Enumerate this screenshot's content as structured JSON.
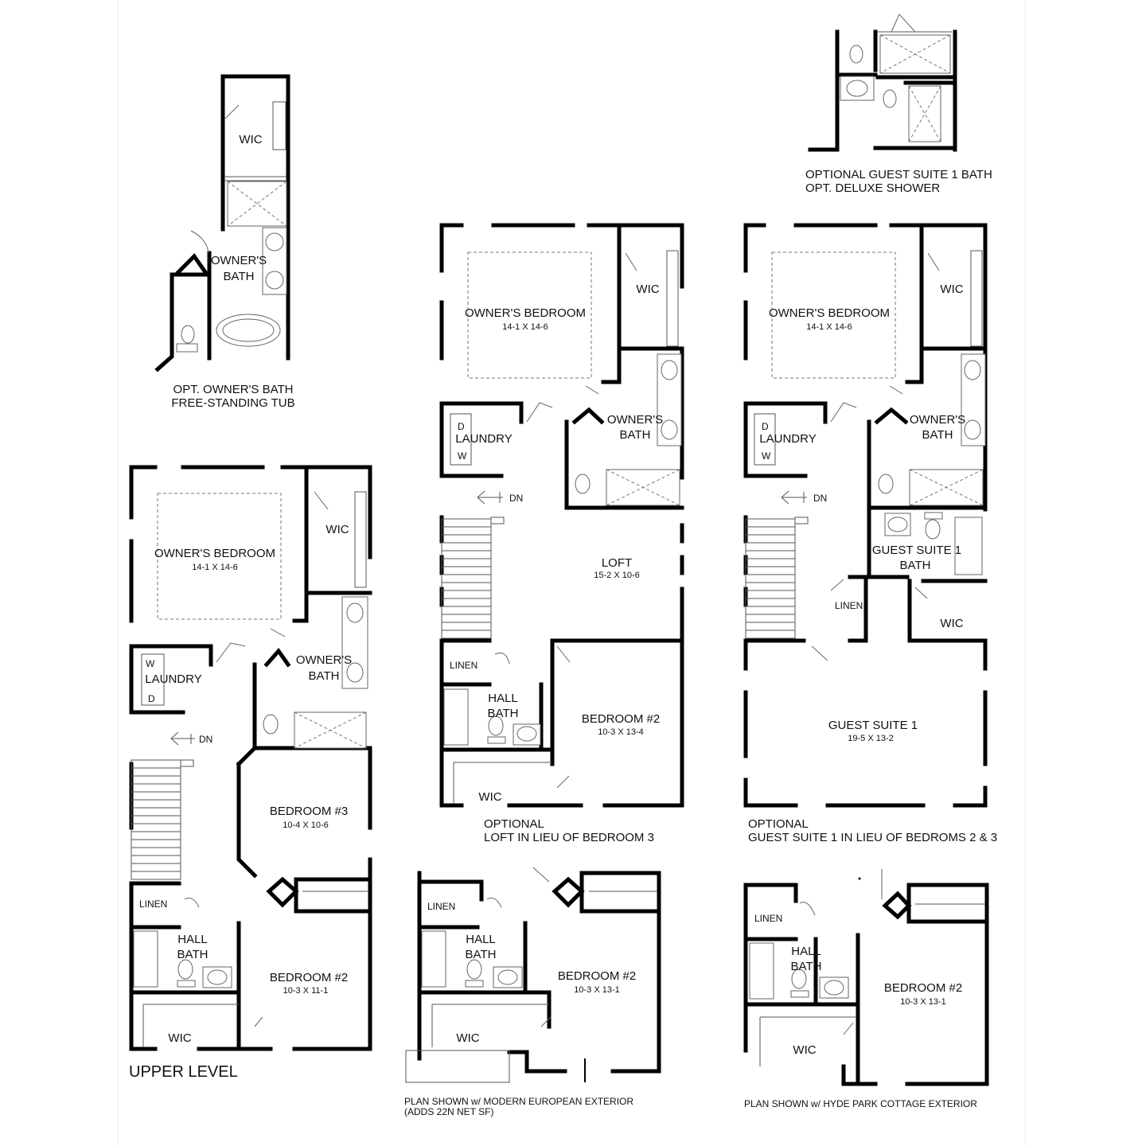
{
  "opt_owners_bath": {
    "wic": "WIC",
    "bath_line1": "OWNER'S",
    "bath_line2": "BATH",
    "caption_line1": "OPT. OWNER'S BATH",
    "caption_line2": "FREE-STANDING TUB"
  },
  "opt_guest_bath": {
    "caption_line1": "OPTIONAL GUEST SUITE 1  BATH",
    "caption_line2": "OPT. DELUXE SHOWER"
  },
  "upper_level": {
    "title": "UPPER LEVEL",
    "owners_bedroom": "OWNER'S BEDROOM",
    "owners_bedroom_dim": "14-1 X 14-6",
    "wic": "WIC",
    "laundry": "LAUNDRY",
    "washer": "W",
    "dryer": "D",
    "owners_bath_line1": "OWNER'S",
    "owners_bath_line2": "BATH",
    "dn": "DN",
    "bedroom3": "BEDROOM #3",
    "bedroom3_dim": "10-4  X 10-6",
    "linen": "LINEN",
    "hall_bath_line1": "HALL",
    "hall_bath_line2": "BATH",
    "bedroom2": "BEDROOM #2",
    "bedroom2_dim": "10-3 X 11-1",
    "wic2": "WIC"
  },
  "loft_option": {
    "owners_bedroom": "OWNER'S BEDROOM",
    "owners_bedroom_dim": "14-1 X 14-6",
    "wic": "WIC",
    "laundry": "LAUNDRY",
    "dryer": "D",
    "washer": "W",
    "owners_bath_line1": "OWNER'S",
    "owners_bath_line2": "BATH",
    "dn": "DN",
    "loft": "LOFT",
    "loft_dim": "15-2 X 10-6",
    "linen": "LINEN",
    "hall_bath_line1": "HALL",
    "hall_bath_line2": "BATH",
    "bedroom2": "BEDROOM #2",
    "bedroom2_dim": "10-3 X 13-4",
    "wic2": "WIC",
    "caption_line1": "OPTIONAL",
    "caption_line2": "LOFT IN LIEU OF BEDROOM 3"
  },
  "guest_suite_option": {
    "owners_bedroom": "OWNER'S BEDROOM",
    "owners_bedroom_dim": "14-1 X 14-6",
    "wic": "WIC",
    "laundry": "LAUNDRY",
    "dryer": "D",
    "washer": "W",
    "owners_bath_line1": "OWNER'S",
    "owners_bath_line2": "BATH",
    "dn": "DN",
    "guest_bath_line1": "GUEST SUITE 1",
    "guest_bath_line2": "BATH",
    "linen": "LINEN",
    "wic2": "WIC",
    "guest_suite": "GUEST SUITE 1",
    "guest_suite_dim": "19-5 X 13-2",
    "caption_line1": "OPTIONAL",
    "caption_line2": "GUEST SUITE 1 IN LIEU OF BEDROMS 2 & 3"
  },
  "modern_european": {
    "linen": "LINEN",
    "hall_bath_line1": "HALL",
    "hall_bath_line2": "BATH",
    "bedroom2": "BEDROOM #2",
    "bedroom2_dim": "10-3 X 13-1",
    "wic": "WIC",
    "caption_line1": "PLAN SHOWN w/ MODERN EUROPEAN EXTERIOR",
    "caption_line2": "(ADDS 22N NET SF)"
  },
  "hyde_park": {
    "linen": "LINEN",
    "hall_bath_line1": "HALL",
    "hall_bath_line2": "BATH",
    "bedroom2": "BEDROOM #2",
    "bedroom2_dim": "10-3 X 13-1",
    "wic": "WIC",
    "caption": "PLAN SHOWN w/ HYDE PARK COTTAGE EXTERIOR"
  }
}
